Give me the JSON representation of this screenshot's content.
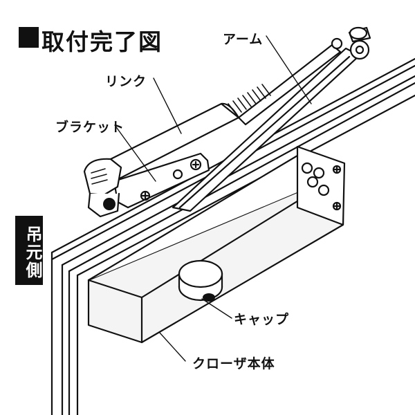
{
  "title": "取付完了図",
  "side_tag": "吊元側",
  "labels": {
    "arm": "アーム",
    "link": "リンク",
    "bracket": "ブラケット",
    "cap": "キャップ",
    "closer_body": "クローザ本体"
  },
  "colors": {
    "ink": "#111111",
    "background": "#ffffff"
  }
}
